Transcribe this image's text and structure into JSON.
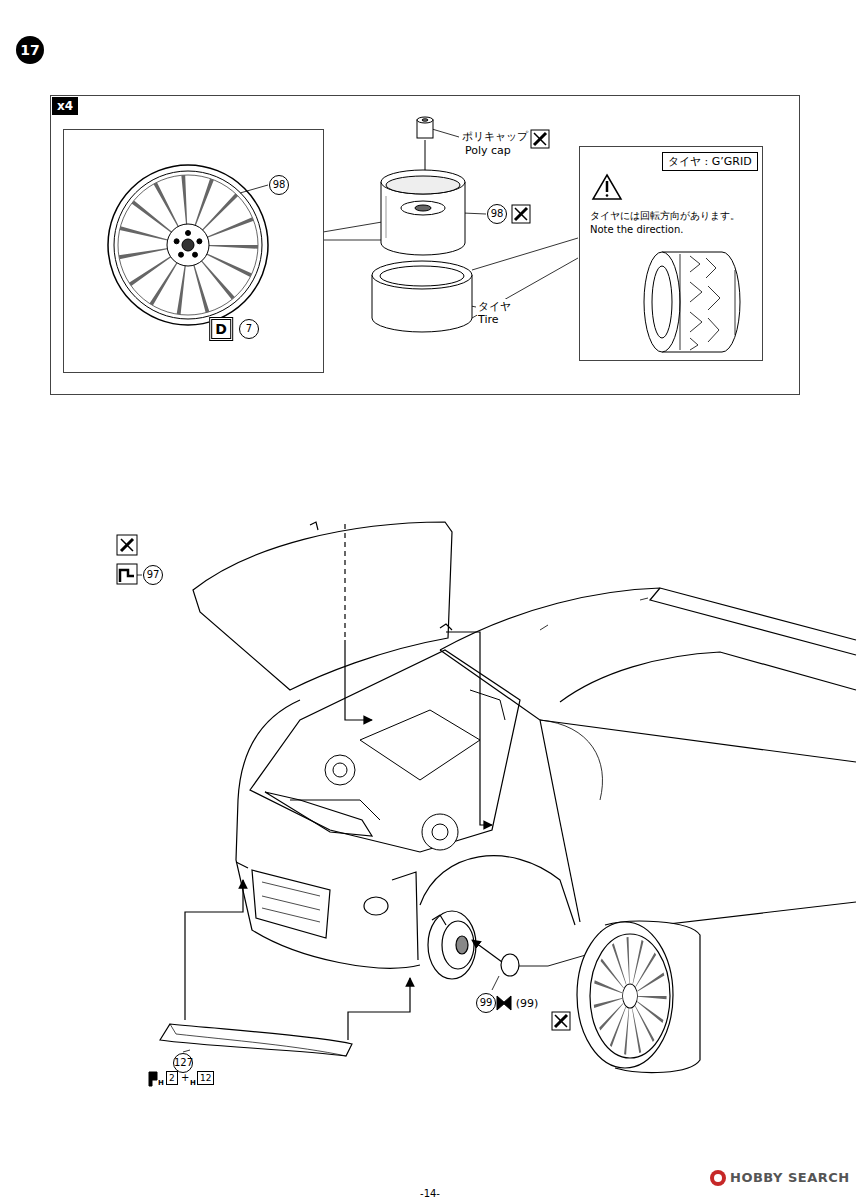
{
  "diagram": {
    "nodes": [
      {
        "text": [
          "x4"
        ]
      },
      {
        "text": [
          "98",
          "D",
          "7"
        ],
        "in": 0
      },
      {
        "text": [
          "タイヤには回転方向があります。",
          "Note the direction."
        ],
        "in": 0
      },
      {
        "text": [
          "タイヤ : G’GRID"
        ],
        "in": 2
      }
    ],
    "labels": [
      "17",
      "ポリキャップ",
      "Poly cap",
      "98",
      "タイヤ",
      "Tire",
      "97",
      "127",
      "H",
      "2",
      "+",
      "H",
      "12",
      "99",
      "(99)",
      "-14-",
      "HOBBY SEARCH"
    ]
  }
}
